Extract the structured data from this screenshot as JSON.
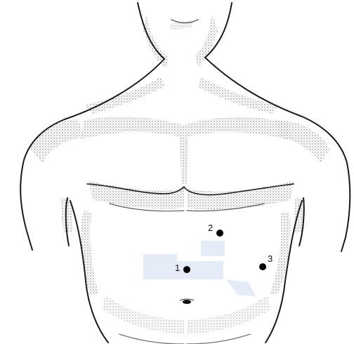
{
  "colors": {
    "background": "#ffffff",
    "outline": "#1a1a1a",
    "stipple": "#3a3a3a",
    "marker": "#000000",
    "highlight": "#e6ecf7"
  },
  "markers": [
    {
      "label": "1"
    },
    {
      "label": "2"
    },
    {
      "label": "3"
    }
  ]
}
